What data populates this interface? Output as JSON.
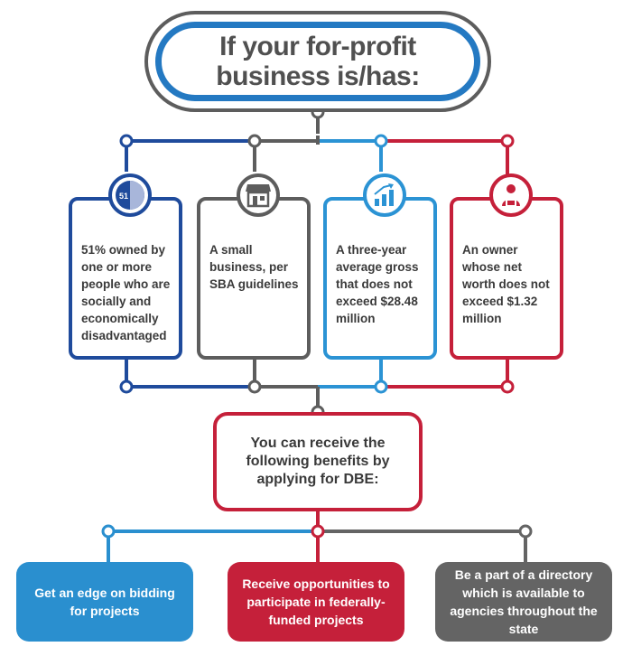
{
  "title": {
    "text": "If your for-profit business is/has:"
  },
  "criteria": [
    {
      "label": "51% owned by one or more people who are socially and economically disadvantaged",
      "icon": "pie-chart-icon",
      "icon_text": "51",
      "color": "#1f4b9c"
    },
    {
      "label": "A small business, per SBA guidelines",
      "icon": "storefront-icon",
      "color": "#5d5d5d"
    },
    {
      "label": "A three-year average gross that does not exceed $28.48 million",
      "icon": "growth-chart-icon",
      "color": "#2b93d4"
    },
    {
      "label": "An owner whose net worth does not exceed $1.32 million",
      "icon": "person-icon",
      "color": "#c5203a"
    }
  ],
  "benefit_box": {
    "text": "You can receive the following benefits by applying for DBE:"
  },
  "benefits": [
    {
      "label": "Get an edge on bidding for projects",
      "color": "#2a8fcf"
    },
    {
      "label": "Receive opportunities to participate in federally-funded projects",
      "color": "#c5203a"
    },
    {
      "label": "Be a part of a directory which is available to agencies throughout the state",
      "color": "#646464"
    }
  ]
}
